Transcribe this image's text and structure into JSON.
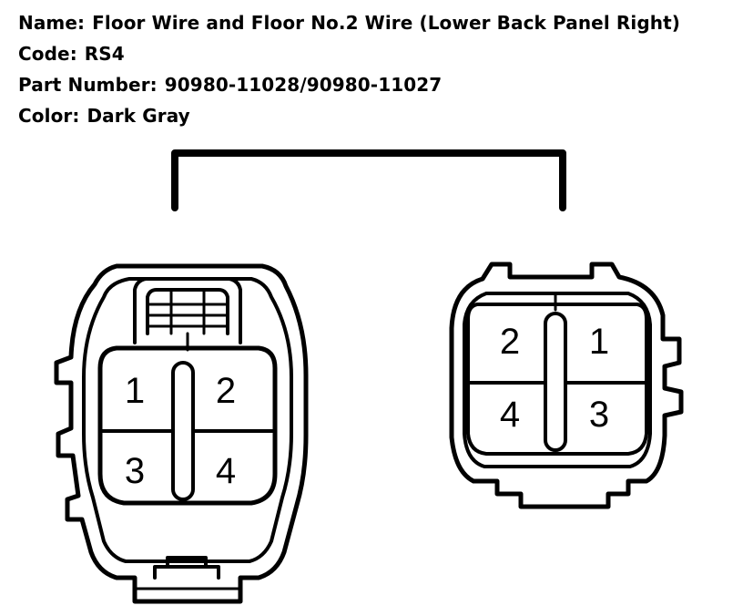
{
  "info": {
    "name_label": "Name:",
    "name_value": "Floor Wire and Floor No.2 Wire (Lower Back Panel Right)",
    "code_label": "Code:",
    "code_value": "RS4",
    "part_label": "Part Number:",
    "part_value": "90980-11028/90980-11027",
    "color_label": "Color:",
    "color_value": "Dark Gray"
  },
  "left_connector": {
    "pins": [
      "1",
      "2",
      "3",
      "4"
    ]
  },
  "right_connector": {
    "pins": [
      "2",
      "1",
      "4",
      "3"
    ]
  }
}
